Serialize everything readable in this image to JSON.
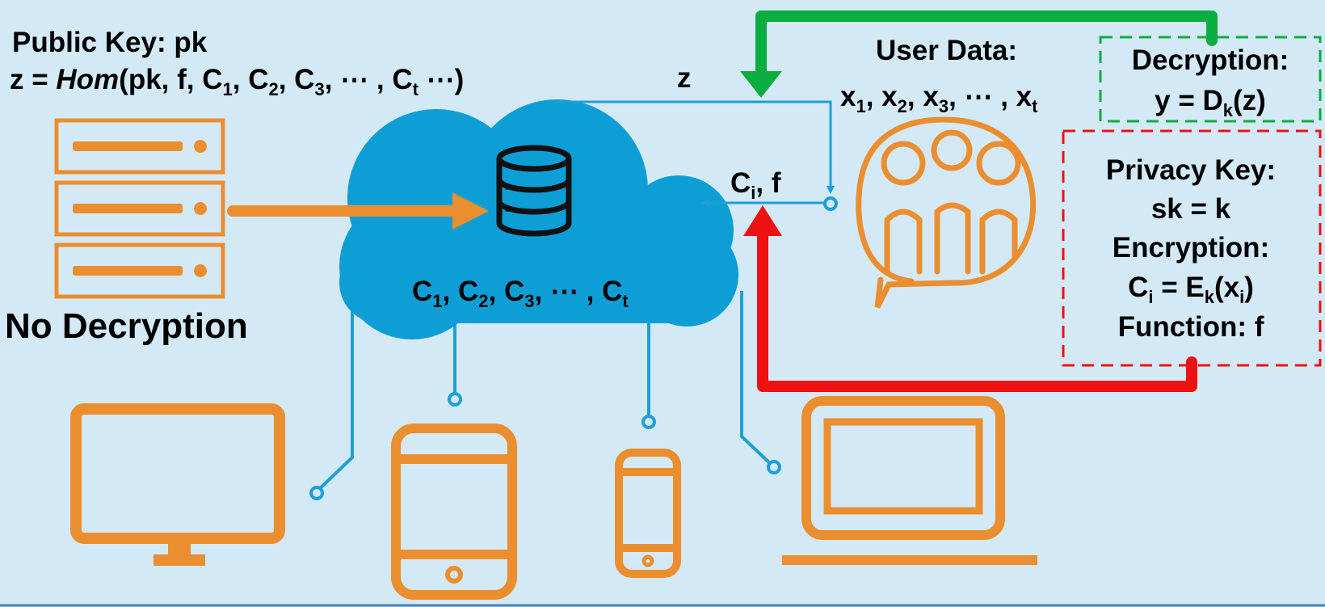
{
  "public_key": {
    "title": "Public Key: pk",
    "formula": {
      "lhs": "z = ",
      "fn": "Hom",
      "args_prefix": "(pk, f, C",
      "sub1": "1",
      "sep2": ", C",
      "sub2": "2",
      "sep3": ", C",
      "sub3": "3",
      "ellipsis": ", ⋯ , C",
      "subt": "t",
      "tail": " ⋯)"
    }
  },
  "server_label": "No Decryption",
  "z_label": "z",
  "ci_f_label": {
    "c": "C",
    "sub": "i",
    "rest": ", f"
  },
  "cloud_ciphertexts": {
    "c": "C",
    "s1": "1",
    "s2": "2",
    "s3": "3",
    "st": "t",
    "sep": ", C",
    "ellipsis": ", ⋯ , C"
  },
  "user_data": {
    "title": "User Data:",
    "x": "x",
    "s1": "1",
    "s2": "2",
    "s3": "3",
    "st": "t",
    "sep": ", x",
    "ellipsis": ", ⋯ , x"
  },
  "decryption_box": {
    "title": "Decryption:",
    "formula_pre": "y = D",
    "sub": "k",
    "formula_post": "(z)"
  },
  "privacy_box": {
    "title": "Privacy Key:",
    "key": "sk = k",
    "enc_title": "Encryption:",
    "enc_pre": "C",
    "enc_sub_i": "i",
    "enc_mid": " = E",
    "enc_sub_k": "k",
    "enc_paren": "(x",
    "enc_sub_i2": "i",
    "enc_close": ")",
    "function": "Function: f"
  },
  "colors": {
    "background": "#d4e9f6",
    "orange": "#ea8e30",
    "cloud_blue": "#0d9ed6",
    "line_blue": "#1e9fd8",
    "green": "#0aad3f",
    "red": "#ee1111"
  },
  "icons": [
    "server-rack-icon",
    "database-icon",
    "users-chat-icon",
    "monitor-icon",
    "tablet-icon",
    "phone-icon",
    "laptop-icon"
  ]
}
